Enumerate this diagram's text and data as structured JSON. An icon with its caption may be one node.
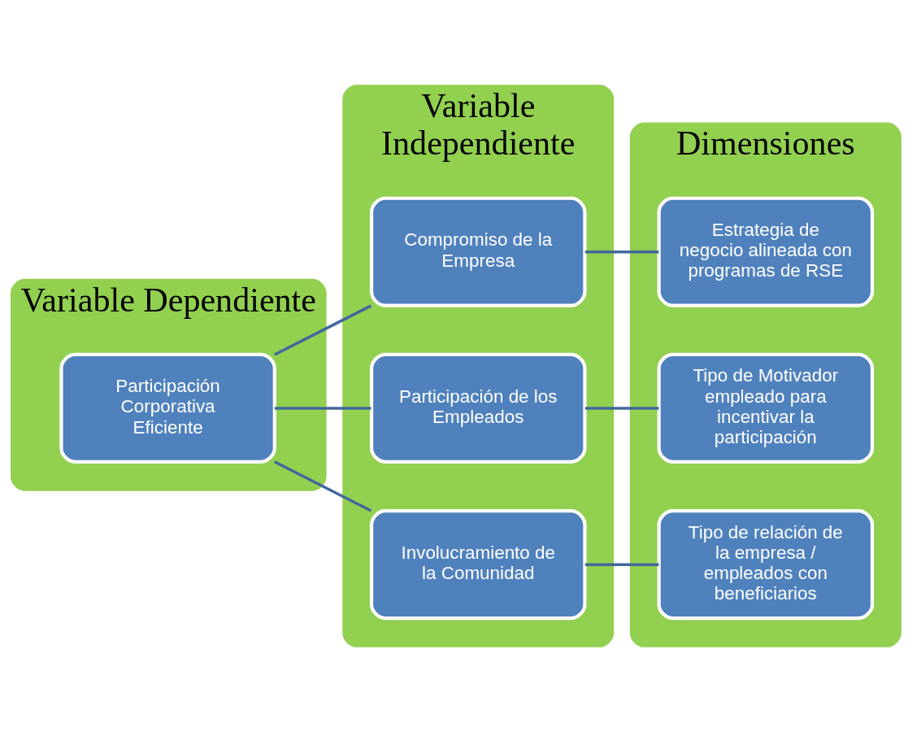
{
  "diagram": {
    "nodes": [
      {
        "text": [
          "Variable Dependiente"
        ]
      },
      {
        "text": [
          "Participación Corporativa Eficiente"
        ],
        "in": 0
      },
      {
        "text": [
          "Variable Independiente"
        ]
      },
      {
        "text": [
          "Compromiso de la Empresa"
        ],
        "in": 2
      },
      {
        "text": [
          "Participación de los Empleados"
        ],
        "in": 2
      },
      {
        "text": [
          "Involucramiento de la Comunidad"
        ],
        "in": 2
      },
      {
        "text": [
          "Dimensiones"
        ]
      },
      {
        "text": [
          "Estrategia de negocio alineada con programas de RSE"
        ],
        "in": 6
      },
      {
        "text": [
          "Tipo de Motivador empleado para incentivar la participación"
        ],
        "in": 6
      },
      {
        "text": [
          "Tipo de relación de la empresa / empleados con beneficiarios"
        ],
        "in": 6
      }
    ],
    "edges": [
      {
        "from": 1,
        "to": 3,
        "arrow": "none"
      },
      {
        "from": 1,
        "to": 4,
        "arrow": "none"
      },
      {
        "from": 1,
        "to": 5,
        "arrow": "none"
      },
      {
        "from": 3,
        "to": 7,
        "arrow": "none"
      },
      {
        "from": 4,
        "to": 8,
        "arrow": "none"
      },
      {
        "from": 5,
        "to": 9,
        "arrow": "none"
      }
    ]
  }
}
